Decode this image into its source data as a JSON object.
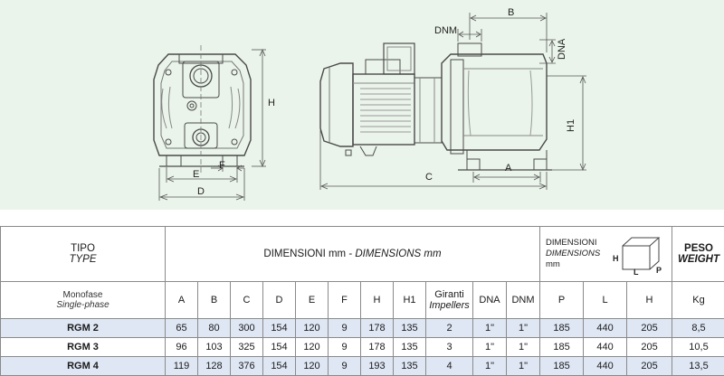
{
  "drawing": {
    "labels": {
      "H": "H",
      "E": "E",
      "F": "F",
      "D": "D",
      "B": "B",
      "DNM": "DNM",
      "DNA": "DNA",
      "H1": "H1",
      "A": "A",
      "C": "C"
    }
  },
  "table": {
    "tipo": "TIPO",
    "type": "TYPE",
    "dims_it": "DIMENSIONI mm - ",
    "dims_en": "DIMENSIONS mm",
    "box_it": "DIMENSIONI",
    "box_en": "DIMENSIONS",
    "box_unit": "mm",
    "box_labels": {
      "H": "H",
      "L": "L",
      "P": "P"
    },
    "peso": "PESO",
    "weight": "WEIGHT",
    "phase_it": "Monofase",
    "phase_en": "Single-phase",
    "giranti": "Giranti",
    "impellers": "Impellers",
    "columns": [
      "A",
      "B",
      "C",
      "D",
      "E",
      "F",
      "H",
      "H1"
    ],
    "col_dna": "DNA",
    "col_dnm": "DNM",
    "box_cols": [
      "P",
      "L",
      "H"
    ],
    "col_kg": "Kg",
    "rows": [
      {
        "model": "RGM 2",
        "values": [
          "65",
          "80",
          "300",
          "154",
          "120",
          "9",
          "178",
          "135"
        ],
        "giranti": "2",
        "dna": "1\"",
        "dnm": "1\"",
        "box": [
          "185",
          "440",
          "205"
        ],
        "kg": "8,5"
      },
      {
        "model": "RGM 3",
        "values": [
          "96",
          "103",
          "325",
          "154",
          "120",
          "9",
          "178",
          "135"
        ],
        "giranti": "3",
        "dna": "1\"",
        "dnm": "1\"",
        "box": [
          "185",
          "440",
          "205"
        ],
        "kg": "10,5"
      },
      {
        "model": "RGM 4",
        "values": [
          "119",
          "128",
          "376",
          "154",
          "120",
          "9",
          "193",
          "135"
        ],
        "giranti": "4",
        "dna": "1\"",
        "dnm": "1\"",
        "box": [
          "185",
          "440",
          "205"
        ],
        "kg": "13,5"
      }
    ]
  }
}
